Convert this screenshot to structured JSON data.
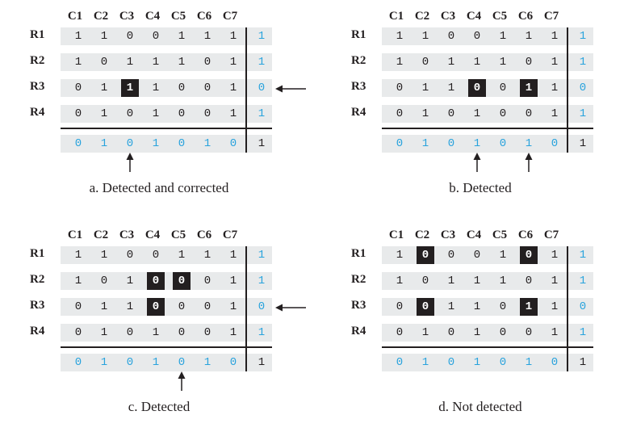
{
  "panels": [
    {
      "id": "a",
      "caption": "a. Detected and corrected",
      "columns": [
        "C1",
        "C2",
        "C3",
        "C4",
        "C5",
        "C6",
        "C7"
      ],
      "rows": [
        {
          "label": "R1",
          "bits": [
            "1",
            "1",
            "0",
            "0",
            "1",
            "1",
            "1"
          ],
          "parity": "1"
        },
        {
          "label": "R2",
          "bits": [
            "1",
            "0",
            "1",
            "1",
            "1",
            "0",
            "1"
          ],
          "parity": "1"
        },
        {
          "label": "R3",
          "bits": [
            "0",
            "1",
            "1",
            "1",
            "0",
            "0",
            "1"
          ],
          "parity": "0"
        },
        {
          "label": "R4",
          "bits": [
            "0",
            "1",
            "0",
            "1",
            "0",
            "0",
            "1"
          ],
          "parity": "1"
        }
      ],
      "col_parity": [
        "0",
        "1",
        "0",
        "1",
        "0",
        "1",
        "0"
      ],
      "corner": "1",
      "errors": [
        [
          2,
          2
        ]
      ],
      "row_arrows": [
        2
      ],
      "col_arrows": [
        2
      ]
    },
    {
      "id": "b",
      "caption": "b. Detected",
      "columns": [
        "C1",
        "C2",
        "C3",
        "C4",
        "C5",
        "C6",
        "C7"
      ],
      "rows": [
        {
          "label": "R1",
          "bits": [
            "1",
            "1",
            "0",
            "0",
            "1",
            "1",
            "1"
          ],
          "parity": "1"
        },
        {
          "label": "R2",
          "bits": [
            "1",
            "0",
            "1",
            "1",
            "1",
            "0",
            "1"
          ],
          "parity": "1"
        },
        {
          "label": "R3",
          "bits": [
            "0",
            "1",
            "1",
            "0",
            "0",
            "1",
            "1"
          ],
          "parity": "0"
        },
        {
          "label": "R4",
          "bits": [
            "0",
            "1",
            "0",
            "1",
            "0",
            "0",
            "1"
          ],
          "parity": "1"
        }
      ],
      "col_parity": [
        "0",
        "1",
        "0",
        "1",
        "0",
        "1",
        "0"
      ],
      "corner": "1",
      "errors": [
        [
          2,
          3
        ],
        [
          2,
          5
        ]
      ],
      "row_arrows": [],
      "col_arrows": [
        3,
        5
      ]
    },
    {
      "id": "c",
      "caption": "c. Detected",
      "columns": [
        "C1",
        "C2",
        "C3",
        "C4",
        "C5",
        "C6",
        "C7"
      ],
      "rows": [
        {
          "label": "R1",
          "bits": [
            "1",
            "1",
            "0",
            "0",
            "1",
            "1",
            "1"
          ],
          "parity": "1"
        },
        {
          "label": "R2",
          "bits": [
            "1",
            "0",
            "1",
            "0",
            "0",
            "0",
            "1"
          ],
          "parity": "1"
        },
        {
          "label": "R3",
          "bits": [
            "0",
            "1",
            "1",
            "0",
            "0",
            "0",
            "1"
          ],
          "parity": "0"
        },
        {
          "label": "R4",
          "bits": [
            "0",
            "1",
            "0",
            "1",
            "0",
            "0",
            "1"
          ],
          "parity": "1"
        }
      ],
      "col_parity": [
        "0",
        "1",
        "0",
        "1",
        "0",
        "1",
        "0"
      ],
      "corner": "1",
      "errors": [
        [
          1,
          3
        ],
        [
          1,
          4
        ],
        [
          2,
          3
        ]
      ],
      "row_arrows": [
        2
      ],
      "col_arrows": [
        4
      ]
    },
    {
      "id": "d",
      "caption": "d. Not detected",
      "columns": [
        "C1",
        "C2",
        "C3",
        "C4",
        "C5",
        "C6",
        "C7"
      ],
      "rows": [
        {
          "label": "R1",
          "bits": [
            "1",
            "0",
            "0",
            "0",
            "1",
            "0",
            "1"
          ],
          "parity": "1"
        },
        {
          "label": "R2",
          "bits": [
            "1",
            "0",
            "1",
            "1",
            "1",
            "0",
            "1"
          ],
          "parity": "1"
        },
        {
          "label": "R3",
          "bits": [
            "0",
            "0",
            "1",
            "1",
            "0",
            "1",
            "1"
          ],
          "parity": "0"
        },
        {
          "label": "R4",
          "bits": [
            "0",
            "1",
            "0",
            "1",
            "0",
            "0",
            "1"
          ],
          "parity": "1"
        }
      ],
      "col_parity": [
        "0",
        "1",
        "0",
        "1",
        "0",
        "1",
        "0"
      ],
      "corner": "1",
      "errors": [
        [
          0,
          1
        ],
        [
          0,
          5
        ],
        [
          2,
          1
        ],
        [
          2,
          5
        ]
      ],
      "row_arrows": [],
      "col_arrows": []
    }
  ],
  "colors": {
    "parity": "#29a3dd",
    "error_bg": "#231f20",
    "row_bg": "#e8eaeb",
    "text": "#231f20"
  }
}
